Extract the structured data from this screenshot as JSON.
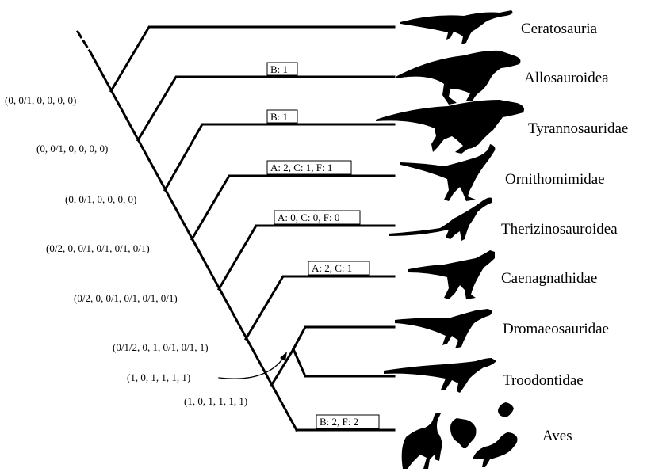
{
  "taxa": [
    {
      "name": "Ceratosauria",
      "silhouette": "ceratosaur-silhouette-icon"
    },
    {
      "name": "Allosauroidea",
      "silhouette": "allosaur-silhouette-icon"
    },
    {
      "name": "Tyrannosauridae",
      "silhouette": "tyrannosaur-silhouette-icon"
    },
    {
      "name": "Ornithomimidae",
      "silhouette": "ornithomimid-silhouette-icon"
    },
    {
      "name": "Therizinosauroidea",
      "silhouette": "therizinosaur-silhouette-icon"
    },
    {
      "name": "Caenagnathidae",
      "silhouette": "caenagnathid-silhouette-icon"
    },
    {
      "name": "Dromaeosauridae",
      "silhouette": "dromaeosaur-silhouette-icon"
    },
    {
      "name": "Troodontidae",
      "silhouette": "troodontid-silhouette-icon"
    },
    {
      "name": "Aves",
      "silhouette": "bird-silhouettes-icon"
    }
  ],
  "node_states": [
    "(0, 0/1, 0, 0, 0, 0)",
    "(0, 0/1, 0, 0, 0, 0)",
    "(0, 0/1, 0, 0, 0, 0)",
    "(0/2, 0, 0/1, 0/1, 0/1, 0/1)",
    "(0/2, 0, 0/1, 0/1, 0/1, 0/1)",
    "(0/1/2, 0, 1, 0/1, 0/1, 1)",
    "(1, 0, 1, 1, 1, 1)",
    "(1, 0, 1, 1, 1, 1)"
  ],
  "branch_changes": {
    "allosauroidea": "B: 1",
    "tyrannosauridae": "B: 1",
    "ornithomimidae": "A: 2, C: 1, F: 1",
    "therizinosauroidea": "A: 0, C: 0, F: 0",
    "caenagnathidae": "A: 2, C: 1",
    "aves": "B: 2, F: 2"
  },
  "colors": {
    "line": "#000000",
    "background": "#ffffff"
  }
}
